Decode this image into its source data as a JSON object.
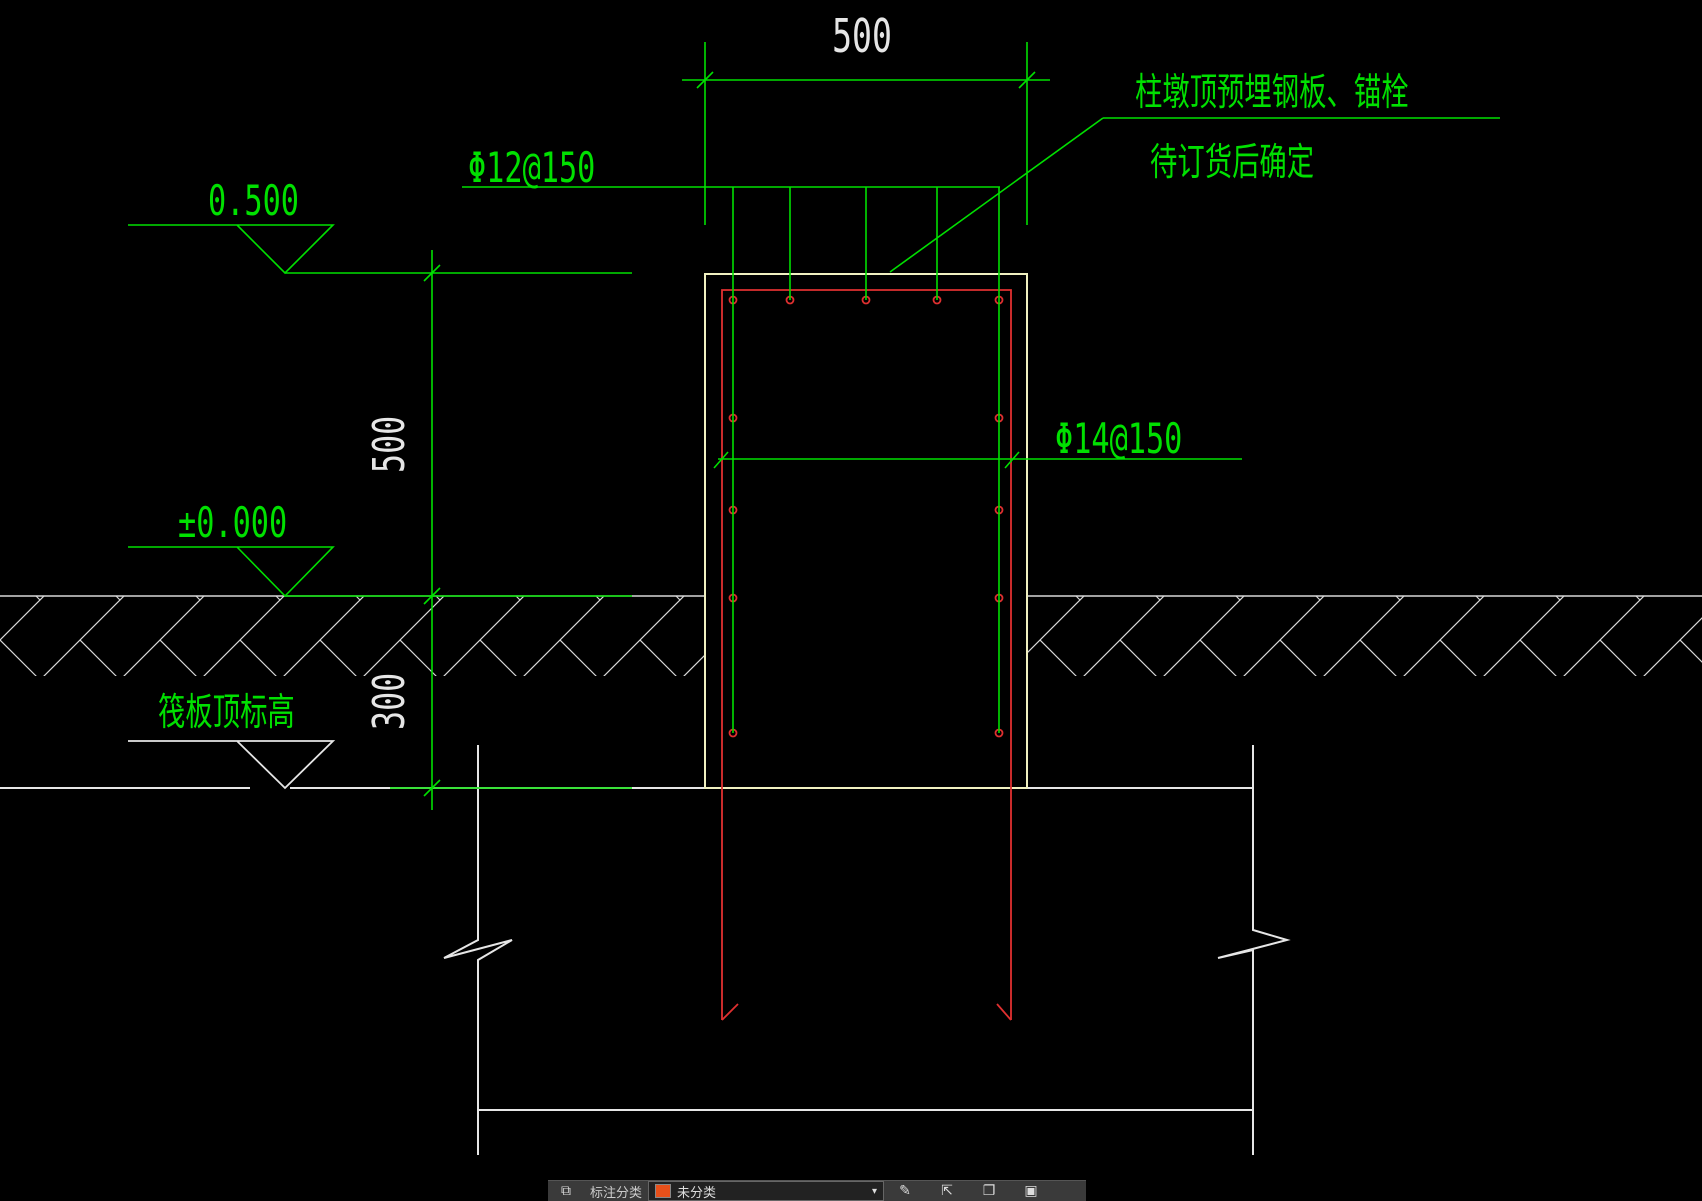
{
  "drawing": {
    "dim_top": "500",
    "dim_left_upper": "500",
    "dim_left_lower": "300",
    "elev_top": "0.500",
    "elev_ground": "±0.000",
    "elev_raft": "筏板顶标高",
    "rebar_top": "Φ12@150",
    "rebar_side": "Φ14@150",
    "note_line1": "柱墩顶预埋钢板、锚栓",
    "note_line2": "待订货后确定"
  },
  "toolbar": {
    "annotation_label": "标注分类",
    "category_value": "未分类",
    "icons": [
      "layers-icon",
      "pencil-icon",
      "cursor-icon",
      "copy-icon",
      "save-icon"
    ]
  },
  "colors": {
    "background": "#000000",
    "annotation_green": "#00e000",
    "outline_white": "#e6e6e6",
    "rebar_red": "#e03030",
    "pier_outline": "#f0f0c0"
  }
}
